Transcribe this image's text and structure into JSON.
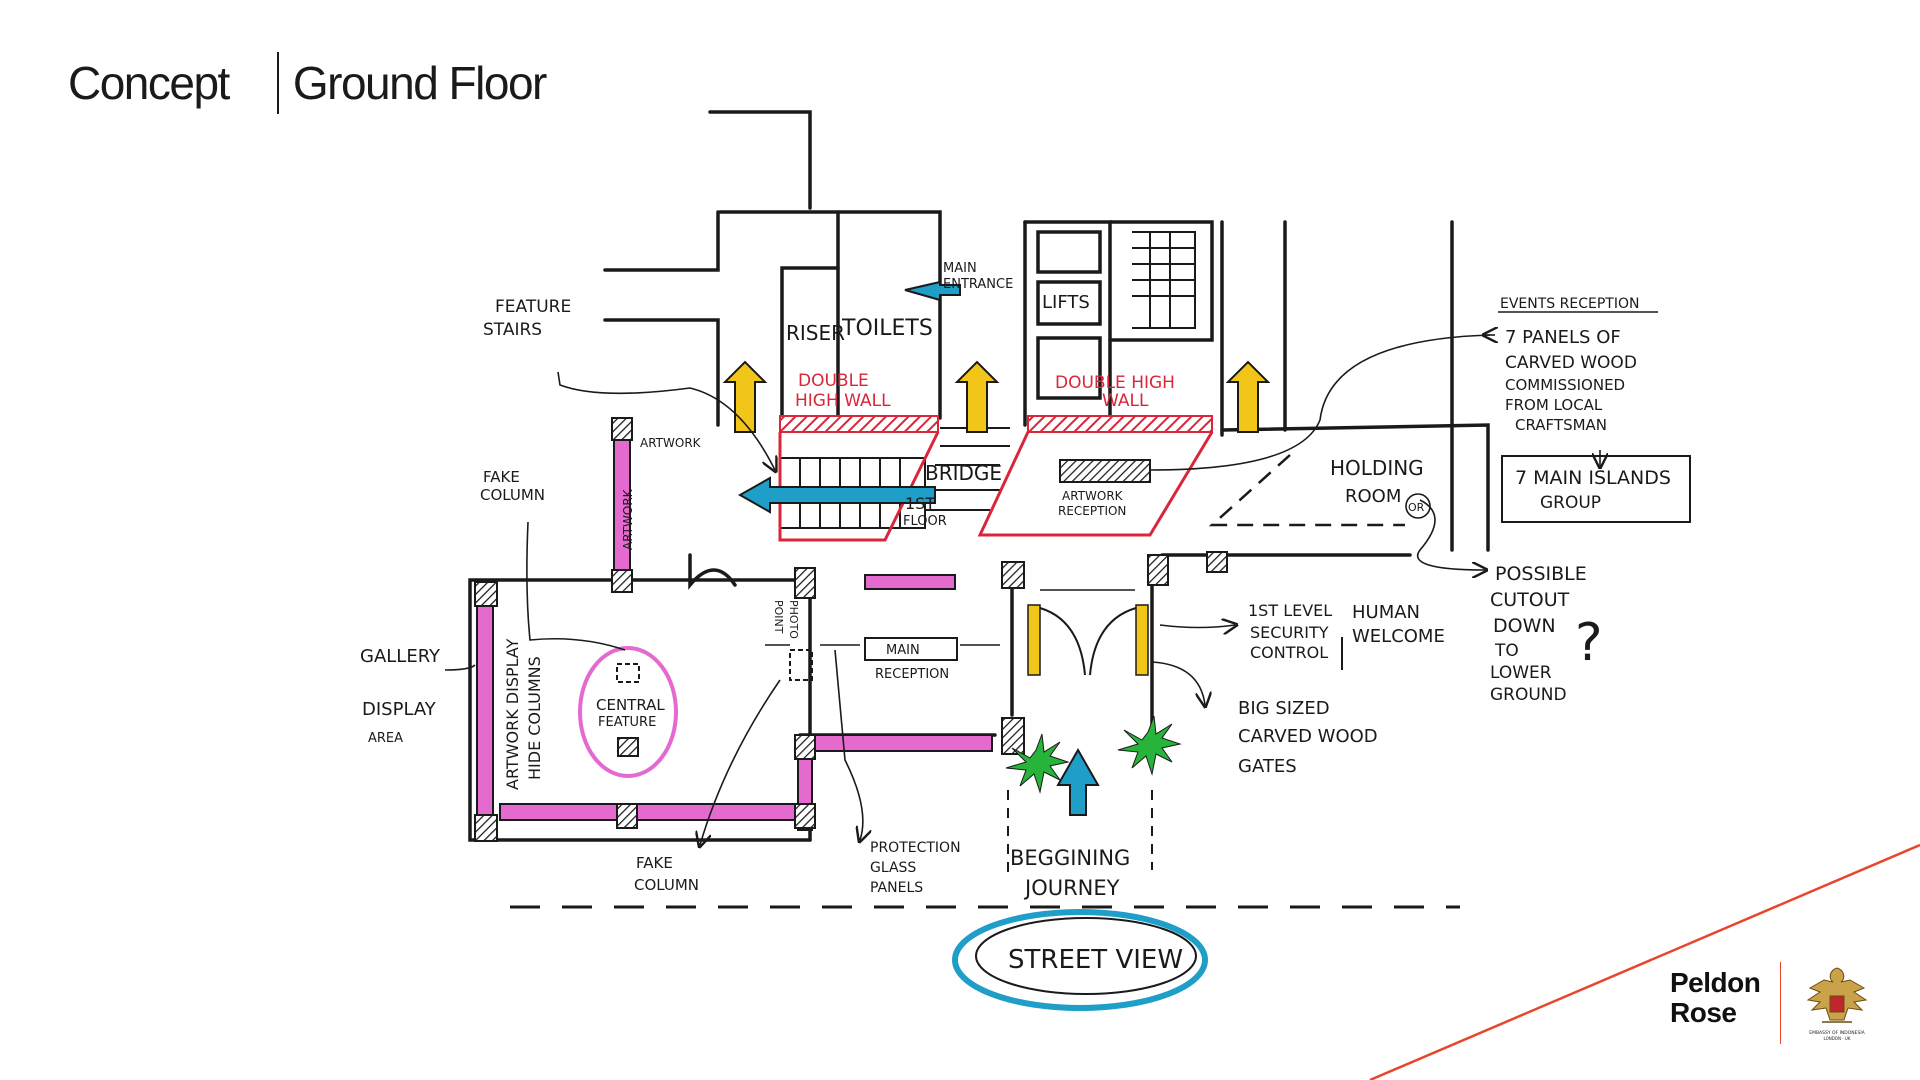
{
  "header": {
    "section": "Concept",
    "page": "Ground Floor"
  },
  "labels": {
    "feature_stairs": [
      "FEATURE",
      "STAIRS"
    ],
    "main_entrance": [
      "MAIN",
      "ENTRANCE"
    ],
    "riser": "RISER",
    "toilets": "TOILETS",
    "lifts": "LIFTS",
    "double_high_wall_left": [
      "DOUBLE",
      "HIGH WALL"
    ],
    "double_high_wall_right": [
      "DOUBLE HIGH",
      "WALL"
    ],
    "artwork_top": "ARTWORK",
    "artwork_side": "ARTWORK",
    "fake_column_top": [
      "FAKE",
      "COLUMN"
    ],
    "bridge": "BRIDGE",
    "first_floor": [
      "1ST",
      "FLOOR"
    ],
    "artwork_reception": [
      "ARTWORK",
      "RECEPTION"
    ],
    "holding_room": [
      "HOLDING",
      "ROOM"
    ],
    "or": "OR",
    "events_reception": "EVENTS RECEPTION",
    "panels": [
      "7 PANELS OF",
      "CARVED WOOD",
      "COMMISSIONED",
      "FROM LOCAL",
      "CRAFTSMAN"
    ],
    "main_islands": [
      "7 MAIN ISLANDS",
      "GROUP"
    ],
    "possible_cutout": [
      "POSSIBLE",
      "CUTOUT",
      "DOWN",
      "TO",
      "LOWER",
      "GROUND"
    ],
    "question": "?",
    "gallery": [
      "GALLERY",
      "DISPLAY",
      "AREA"
    ],
    "artwork_display": [
      "ARTWORK DISPLAY",
      "HIDE COLUMNS"
    ],
    "central_feature": [
      "CENTRAL",
      "FEATURE"
    ],
    "photo_point": [
      "PHOTO",
      "POINT"
    ],
    "main_reception": [
      "MAIN",
      "RECEPTION"
    ],
    "security": [
      "1ST LEVEL",
      "SECURITY",
      "CONTROL"
    ],
    "human_welcome": [
      "HUMAN",
      "WELCOME"
    ],
    "carved_gates": [
      "BIG SIZED",
      "CARVED WOOD",
      "GATES"
    ],
    "fake_column_bottom": [
      "FAKE",
      "COLUMN"
    ],
    "protection_glass": [
      "PROTECTION",
      "GLASS",
      "PANELS"
    ],
    "beginning_journey": [
      "BEGGINING",
      "JOURNEY"
    ],
    "street_view": "STREET VIEW"
  },
  "colors": {
    "ink": "#1a1a1a",
    "magenta": "#e56ad0",
    "red": "#d9263a",
    "yellow": "#f2c519",
    "blue": "#1f9ec7",
    "green": "#27b43a",
    "brand_line": "#e8452c"
  },
  "logo": {
    "line1": "Peldon",
    "line2": "Rose",
    "emblem_text": [
      "EMBASSY OF INDONESIA",
      "LONDON - UK"
    ]
  }
}
